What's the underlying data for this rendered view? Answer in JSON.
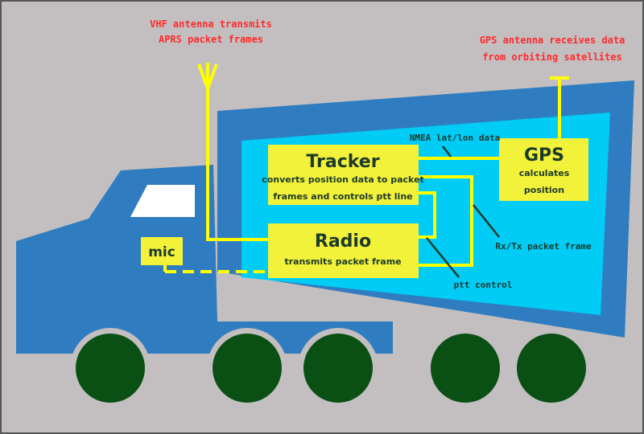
{
  "annotations": {
    "vhf_antenna": [
      "VHF antenna transmits",
      "APRS packet frames"
    ],
    "gps_antenna": [
      "GPS antenna receives data",
      "from orbiting satellites"
    ],
    "nmea": "NMEA lat/lon data",
    "rxtx": "Rx/Tx packet frame",
    "ptt": "ptt control"
  },
  "boxes": {
    "tracker": {
      "title": "Tracker",
      "lines": [
        "converts position data to packet",
        "frames and controls ptt line"
      ]
    },
    "radio": {
      "title": "Radio",
      "lines": [
        "transmits packet frame"
      ]
    },
    "gps": {
      "title": "GPS",
      "lines": [
        "calculates",
        "position"
      ]
    },
    "mic": {
      "title": "mic"
    }
  },
  "colors": {
    "background": "#c3bfc1",
    "truck_blue": "#2f7dc0",
    "cargo_cyan": "#00ccf5",
    "box_yellow": "#f2f23a",
    "wire_yellow": "#ffff00",
    "wheel_green": "#0a4f14",
    "label_red": "#ff2a2a"
  }
}
